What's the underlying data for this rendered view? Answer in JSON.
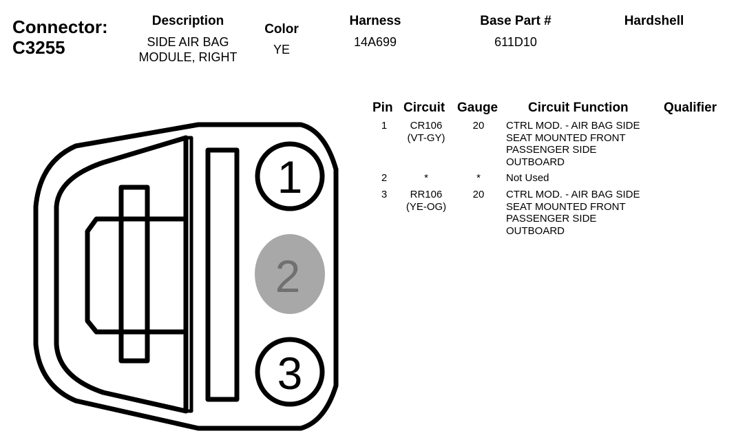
{
  "connector": {
    "label": "Connector:",
    "id": "C3255"
  },
  "header": {
    "description_label": "Description",
    "description_lines": [
      "SIDE AIR BAG",
      "MODULE, RIGHT"
    ],
    "color_label": "Color",
    "color_value": "YE",
    "harness_label": "Harness",
    "harness_value": "14A699",
    "base_part_label": "Base Part #",
    "base_part_value": "611D10",
    "hardshell_label": "Hardshell"
  },
  "table": {
    "headers": {
      "pin": "Pin",
      "circuit": "Circuit",
      "gauge": "Gauge",
      "function": "Circuit Function",
      "qualifier": "Qualifier"
    },
    "rows": [
      {
        "pin": "1",
        "circuit": [
          "CR106",
          "(VT-GY)"
        ],
        "gauge": "20",
        "function": [
          "CTRL MOD. - AIR BAG SIDE",
          "SEAT MOUNTED FRONT",
          "PASSENGER SIDE",
          "OUTBOARD"
        ]
      },
      {
        "pin": "2",
        "circuit": [
          "*"
        ],
        "gauge": "*",
        "function": [
          "Not Used"
        ]
      },
      {
        "pin": "3",
        "circuit": [
          "RR106",
          "(YE-OG)"
        ],
        "gauge": "20",
        "function": [
          "CTRL MOD. - AIR BAG SIDE",
          "SEAT MOUNTED FRONT",
          "PASSENGER SIDE",
          "OUTBOARD"
        ]
      }
    ]
  },
  "diagram": {
    "pins": [
      {
        "label": "1",
        "used": true
      },
      {
        "label": "2",
        "used": false
      },
      {
        "label": "3",
        "used": true
      }
    ],
    "colors": {
      "outline": "#000000",
      "unused_pin_fill": "#a8a8a8",
      "unused_pin_text": "#707070"
    }
  }
}
